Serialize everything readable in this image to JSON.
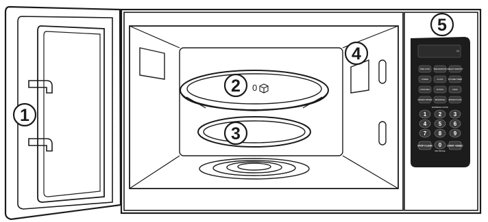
{
  "callouts": [
    "1",
    "2",
    "3",
    "4",
    "5"
  ],
  "turntable_symbol": "0",
  "display": {
    "corner_text": "88"
  },
  "control_panel": {
    "small_keys": [
      [
        "TIME COOK",
        "TIME DEFROST",
        "WEIGHT DEFROST"
      ],
      [
        "POWER",
        "CLOCK",
        "KITCHEN TIMER"
      ],
      [
        "POPCORN",
        "POTATO",
        "PIZZA"
      ],
      [
        "FROZEN DINNER",
        "BEVERAGE",
        "DINNER PLATE"
      ]
    ],
    "express_label": "EXPRESS COOK",
    "number_keys": [
      "1",
      "2",
      "3",
      "4",
      "5",
      "6",
      "7",
      "8",
      "9"
    ],
    "stop_clear": "STOP CLEAR",
    "zero": "0",
    "start_plus30": "START +30SEC",
    "zero_sub": "MULTISTAGE"
  },
  "colors": {
    "outline": "#1a1a1a",
    "panel": "#1c1c1c",
    "key": "#3a3a3a",
    "body": "#ffffff"
  }
}
